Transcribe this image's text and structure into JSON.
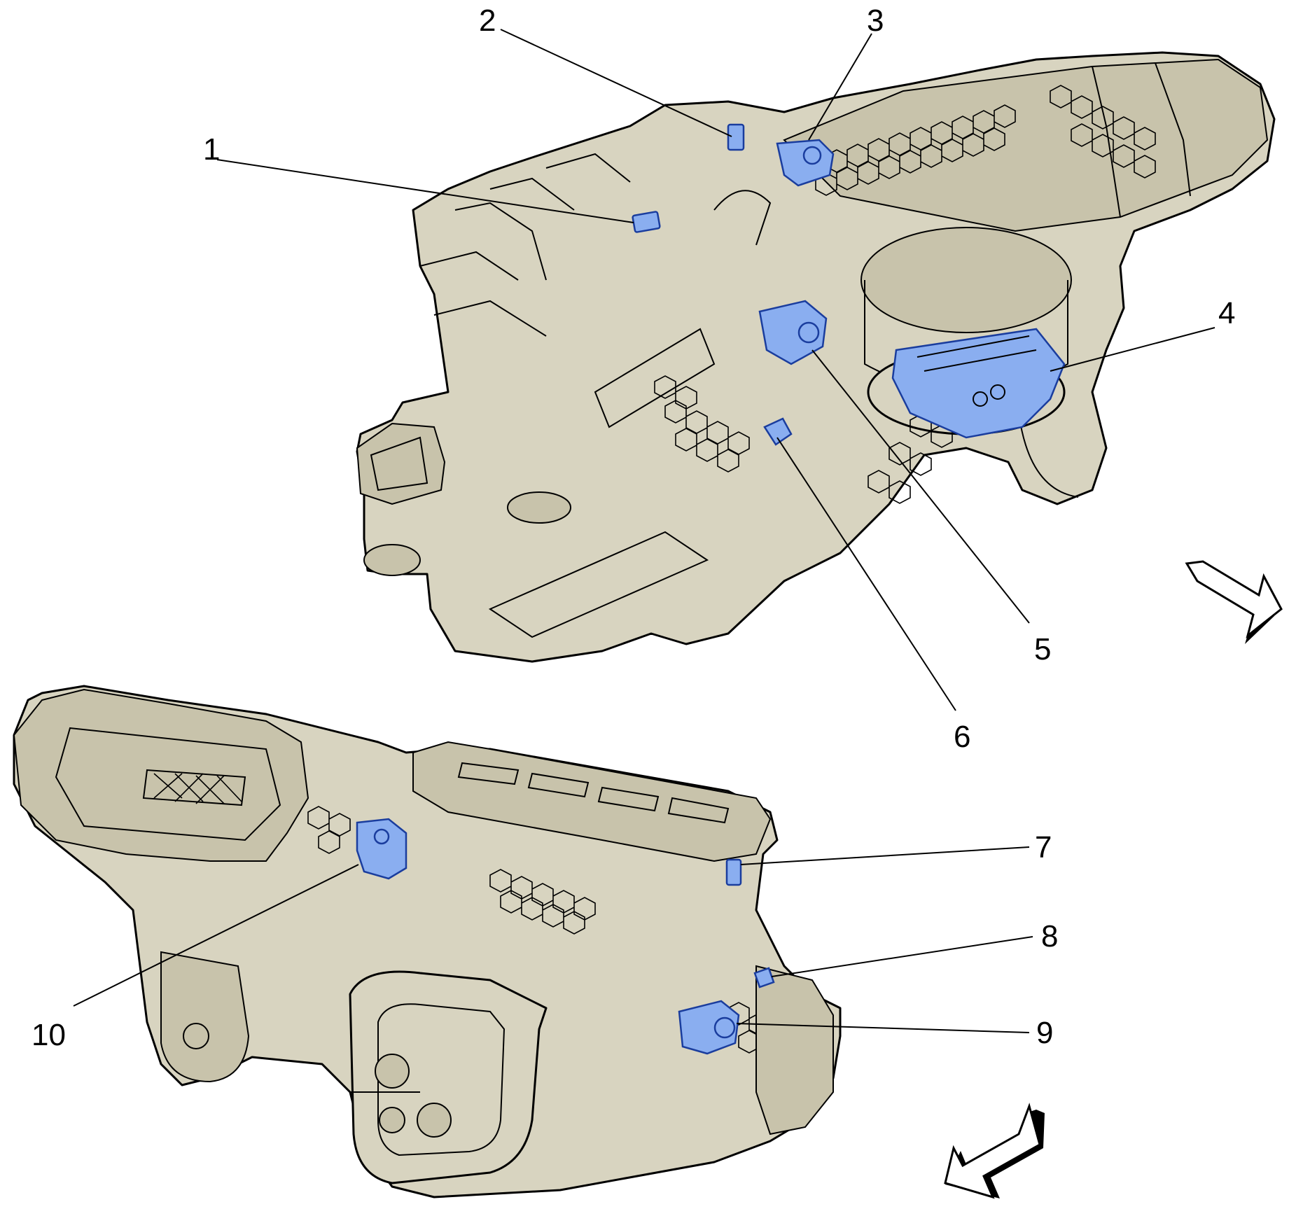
{
  "diagram": {
    "colors": {
      "housing": "#d8d4c0",
      "housing_shade": "#c8c3ab",
      "highlighted_component": "#8aaef0",
      "component_outline": "#1a3d9e",
      "outline": "#000000",
      "background": "#ffffff"
    },
    "callouts": [
      {
        "id": "1",
        "label": "1"
      },
      {
        "id": "2",
        "label": "2"
      },
      {
        "id": "3",
        "label": "3"
      },
      {
        "id": "4",
        "label": "4"
      },
      {
        "id": "5",
        "label": "5"
      },
      {
        "id": "6",
        "label": "6"
      },
      {
        "id": "7",
        "label": "7"
      },
      {
        "id": "8",
        "label": "8"
      },
      {
        "id": "9",
        "label": "9"
      },
      {
        "id": "10",
        "label": "10"
      }
    ],
    "views": [
      {
        "name": "upper-view",
        "orientation_icon": "arrow-right-down-icon"
      },
      {
        "name": "lower-view",
        "orientation_icon": "arrow-left-down-icon"
      }
    ]
  }
}
